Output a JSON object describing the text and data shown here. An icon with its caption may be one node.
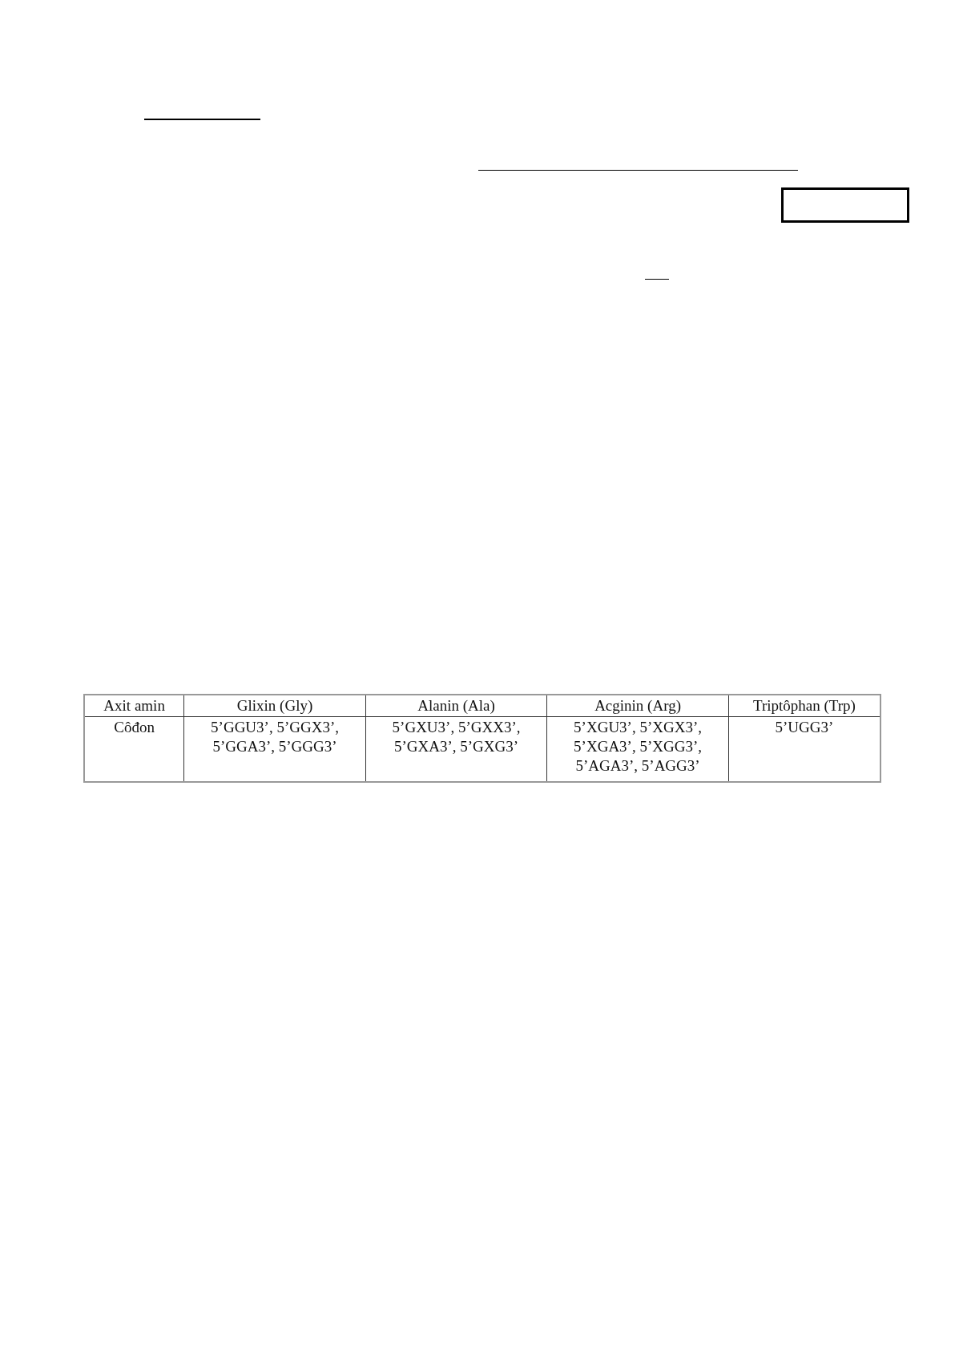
{
  "diagram": {
    "nodes": [
      {
        "text": [],
        "shape": "box"
      }
    ],
    "labels": [
      "Axit amin",
      "Glixin (Gly)",
      "Alanin (Ala)",
      "Acginin (Arg)",
      "Triptôphan (Trp)",
      "Côđon",
      "5’GGU3’, 5’GGX3’, 5’GGA3’, 5’GGG3’",
      "5’GXU3’, 5’GXX3’, 5’GXA3’, 5’GXG3’",
      "5’XGU3’, 5’XGX3’, 5’XGA3’, 5’XGG3’, 5’AGA3’, 5’AGG3’",
      "5’UGG3’"
    ]
  }
}
